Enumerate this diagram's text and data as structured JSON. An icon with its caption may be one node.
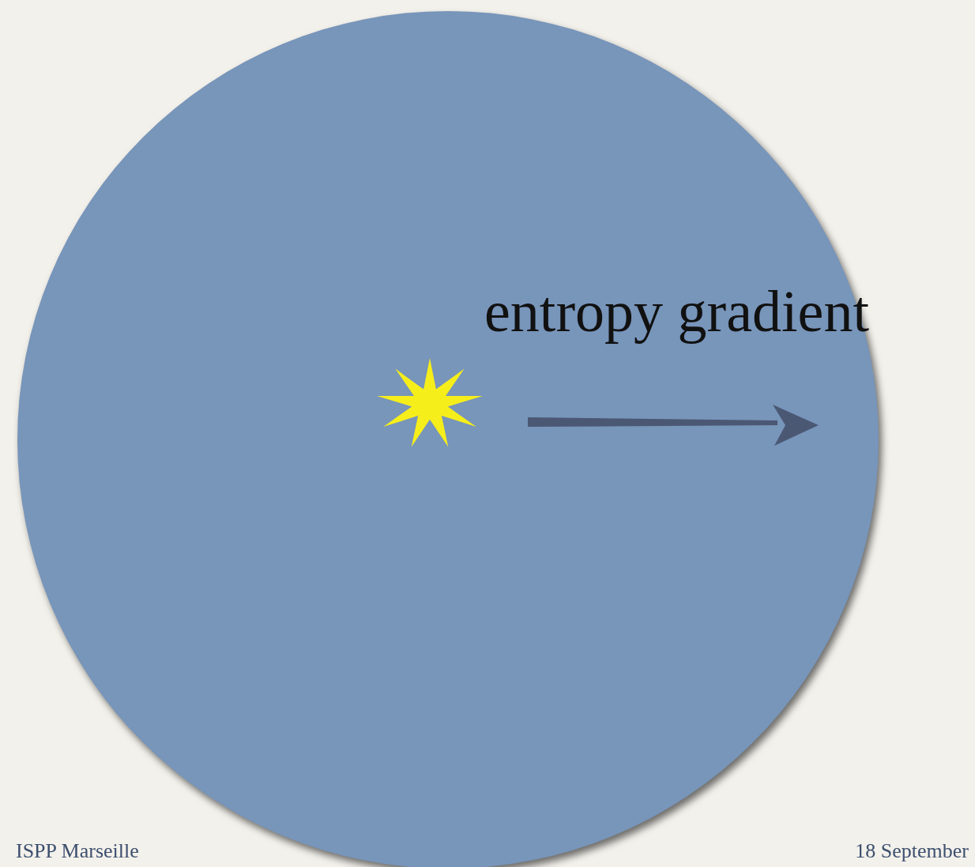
{
  "diagram": {
    "nodes": [
      {
        "text": [],
        "shape": "circle"
      },
      {
        "text": [],
        "shape": "star",
        "in": 0
      }
    ],
    "labels": [
      "entropy gradient",
      "ISPP Marseille",
      "18 September"
    ]
  }
}
